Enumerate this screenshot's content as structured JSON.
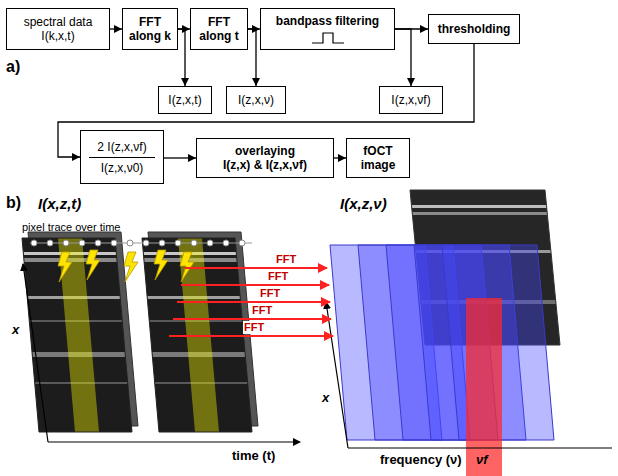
{
  "diagram": {
    "nodes": [
      {
        "text": [
          "spectral data I(k,x,t)"
        ]
      },
      {
        "text": [
          "FFT along k"
        ]
      },
      {
        "text": [
          "FFT along t"
        ]
      },
      {
        "text": [
          "bandpass filtering"
        ]
      },
      {
        "text": [
          "thresholding"
        ]
      },
      {
        "text": [
          "I(z,x,t)"
        ]
      },
      {
        "text": [
          "I(z,x,ν)"
        ]
      },
      {
        "text": [
          "I(z,x,νf)"
        ]
      },
      {
        "text": [
          "2 I(z,x,νf)",
          "I(z,x,ν0)"
        ]
      },
      {
        "text": [
          "overlaying",
          "I(z,x) & I(z,x,νf)"
        ]
      },
      {
        "text": [
          "fOCT image"
        ]
      }
    ],
    "edges": [
      {
        "from": 0,
        "to": 1,
        "arrow": "to"
      },
      {
        "from": 1,
        "to": 2,
        "arrow": "to"
      },
      {
        "from": 2,
        "to": 3,
        "arrow": "to"
      },
      {
        "from": 3,
        "to": 4,
        "arrow": "to"
      },
      {
        "from": 1,
        "to": 5,
        "arrow": "to"
      },
      {
        "from": 2,
        "to": 6,
        "arrow": "to"
      },
      {
        "from": 3,
        "to": 7,
        "arrow": "to"
      },
      {
        "from": 4,
        "to": 8,
        "arrow": "to"
      },
      {
        "from": 8,
        "to": 9,
        "arrow": "to"
      },
      {
        "from": 9,
        "to": 10,
        "arrow": "to"
      }
    ],
    "labels": [
      "a)",
      "b)",
      "I(x,z,t)",
      "pixel trace over time",
      "x",
      "time (t)",
      "FFT",
      "FFT",
      "FFT",
      "FFT",
      "FFT",
      "I(x,z,ν)",
      "x",
      "frequency (ν)",
      "νf"
    ]
  }
}
